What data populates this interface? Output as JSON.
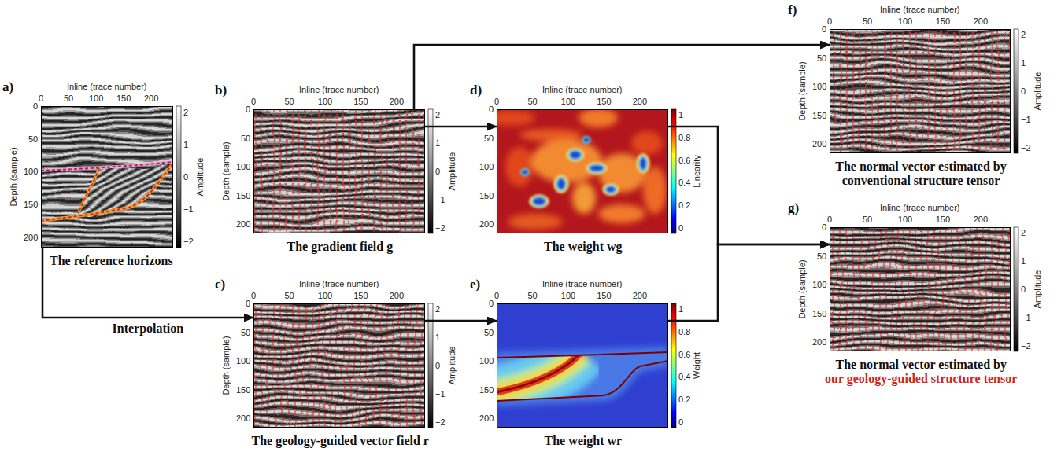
{
  "diagram": {
    "nodes": [
      {
        "text": [
          "a)",
          "The reference horizons"
        ]
      },
      {
        "text": [
          "b)",
          "The gradient field g"
        ]
      },
      {
        "text": [
          "c)",
          "The geology-guided vector field r"
        ]
      },
      {
        "text": [
          "d)",
          "The weight wg"
        ]
      },
      {
        "text": [
          "e)",
          "The weight wr"
        ]
      },
      {
        "text": [
          "f)",
          "The normal vector estimated by conventional structure tensor"
        ]
      },
      {
        "text": [
          "g)",
          "The normal vector estimated by",
          "our geology-guided structure tensor"
        ]
      }
    ],
    "edges": [
      {
        "from": 0,
        "to": 2,
        "label": "Interpolation",
        "arrow": "to"
      },
      {
        "from": 1,
        "to": 3,
        "arrow": "to"
      },
      {
        "from": 2,
        "to": 4,
        "arrow": "to"
      },
      {
        "from": 1,
        "to": 5,
        "arrow": "to"
      },
      {
        "from": 3,
        "to": 6,
        "arrow": "to"
      },
      {
        "from": 4,
        "to": 6,
        "arrow": "to"
      }
    ],
    "labels": [
      "Inline (trace number)",
      "0",
      "50",
      "100",
      "150",
      "200",
      "Depth (sample)",
      "0",
      "50",
      "100",
      "150",
      "200",
      "2",
      "1",
      "0",
      "−1",
      "−2",
      "Amplitude",
      "Inline (trace number)",
      "0",
      "50",
      "100",
      "150",
      "200",
      "Depth (sample)",
      "0",
      "50",
      "100",
      "150",
      "200",
      "2",
      "1",
      "0",
      "−1",
      "−2",
      "Amplitude",
      "Inline (trace number)",
      "0",
      "50",
      "100",
      "150",
      "200",
      "Depth (sample)",
      "0",
      "50",
      "100",
      "150",
      "200",
      "2",
      "1",
      "0",
      "−1",
      "−2",
      "Amplitude",
      "Inline (trace number)",
      "0",
      "50",
      "100",
      "150",
      "200",
      "0",
      "50",
      "100",
      "150",
      "200",
      "1",
      "0.8",
      "0.6",
      "0.4",
      "0.2",
      "0",
      "Linearity",
      "Inline (trace number)",
      "0",
      "50",
      "100",
      "150",
      "200",
      "0",
      "50",
      "100",
      "150",
      "200",
      "1",
      "0.8",
      "0.6",
      "0.4",
      "0.2",
      "0",
      "Weight",
      "Inline (trace number)",
      "0",
      "50",
      "100",
      "150",
      "200",
      "Depth (sample)",
      "0",
      "50",
      "100",
      "150",
      "200",
      "2",
      "1",
      "0",
      "−1",
      "−2",
      "Amplitude",
      "Inline (trace number)",
      "0",
      "50",
      "100",
      "150",
      "200",
      "Depth (sample)",
      "0",
      "50",
      "100",
      "150",
      "200",
      "2",
      "1",
      "0",
      "−1",
      "−2",
      "Amplitude"
    ]
  }
}
